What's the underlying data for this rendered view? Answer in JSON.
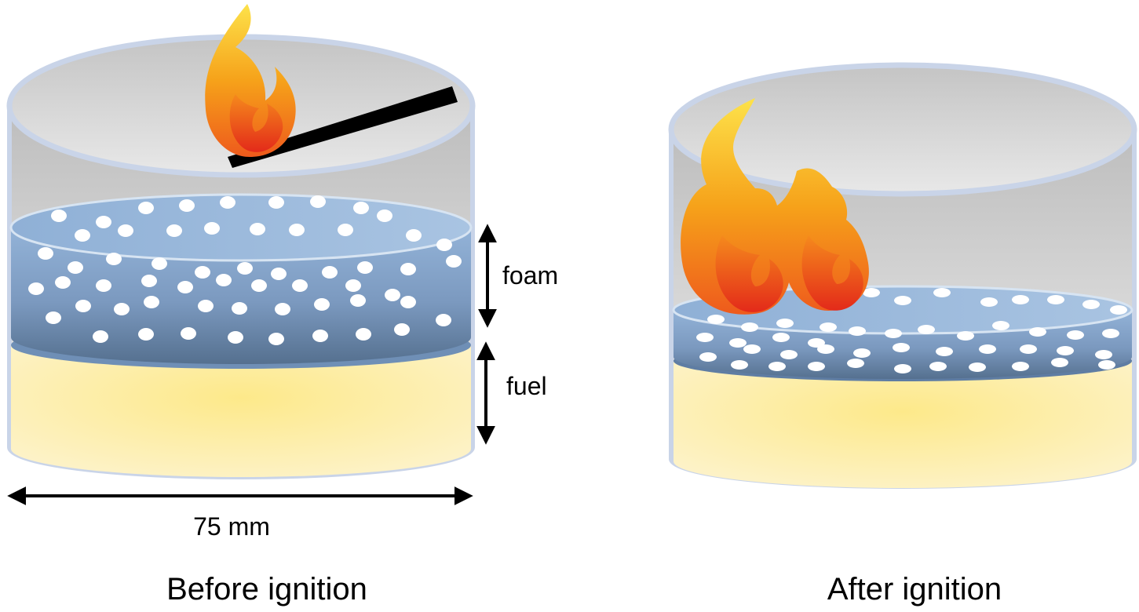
{
  "labels": {
    "foam": "foam",
    "fuel": "fuel",
    "diameter": "75 mm"
  },
  "captions": {
    "before": "Before ignition",
    "after": "After ignition"
  },
  "colors": {
    "container_rim": "#c9d4e8",
    "foam": "#7d9fc6",
    "fuel": "#fbeeb4",
    "flame_outer": "#f6a21a",
    "flame_inner": "#e8321e",
    "match": "#000000"
  }
}
